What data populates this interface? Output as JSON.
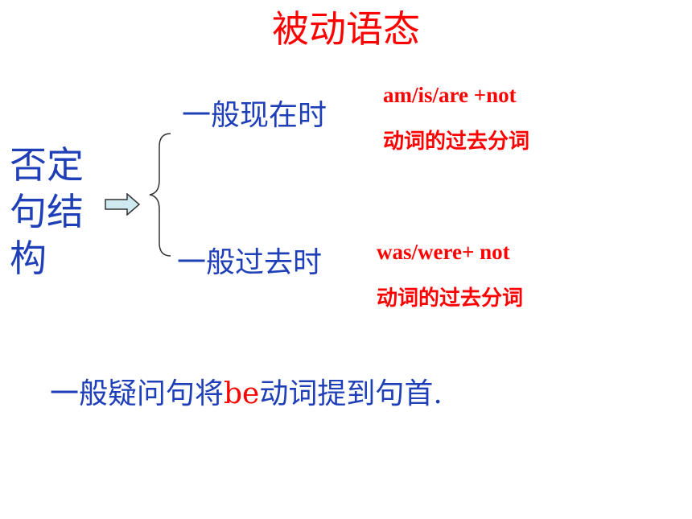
{
  "colors": {
    "title": "#ff0000",
    "blue": "#1f3fb8",
    "red": "#ff0000",
    "arrow_fill": "#cfe9f0"
  },
  "icons": {
    "arrow": "right-arrow-icon",
    "brace": "left-brace-icon"
  },
  "slide": {
    "title": "被动语态",
    "side_label": [
      "否定",
      "句结",
      "构"
    ],
    "present": {
      "tense": "一般现在时",
      "form": "am/is/are +not",
      "participle": "动词的过去分词"
    },
    "past": {
      "tense": "一般过去时",
      "form": "was/were+ not",
      "participle": "动词的过去分词"
    },
    "note": {
      "before": "一般疑问句将",
      "highlight": "be",
      "after": "动词提到句首."
    }
  }
}
